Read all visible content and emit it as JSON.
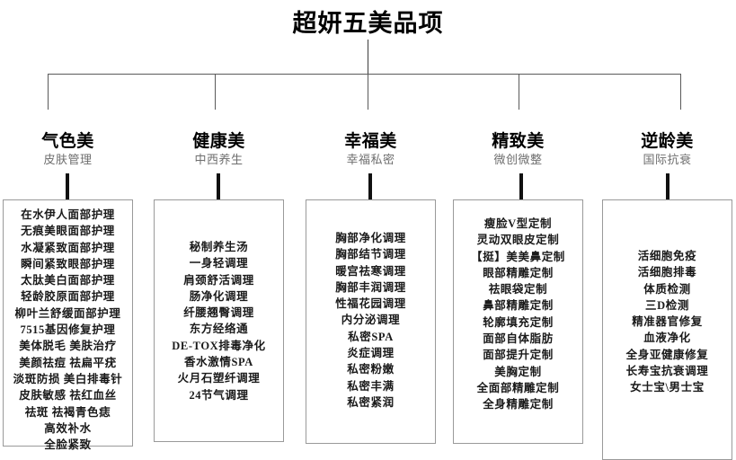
{
  "title": "超妍五美品项",
  "theme": {
    "background": "#ffffff",
    "text": "#1a1a1a",
    "subtitle": "#6e6e6e",
    "box_border": "#9a9a9a",
    "connector": "#5a5a5a",
    "stem": "#111111"
  },
  "columns": [
    {
      "title": "气色美",
      "subtitle": "皮肤管理",
      "items": [
        "在水伊人面部护理",
        "无痕美眼面部护理",
        "水凝紧致面部护理",
        "瞬间紧致眼部护理",
        "太肽美白面部护理",
        "轻龄胶原面部护理",
        "柳叶兰舒缓面部护理",
        "7515基因修复护理",
        "美体脱毛 美肤治疗",
        "美颜祛痘 祛扁平疣",
        "淡斑防损 美白排毒针",
        "皮肤敏感 祛红血丝",
        "祛斑  祛褐青色痣",
        "高效补水",
        "全脸紧致"
      ]
    },
    {
      "title": "健康美",
      "subtitle": "中西养生",
      "items": [
        "秘制养生汤",
        "一身轻调理",
        "肩颈舒活调理",
        "肠净化调理",
        "纤腰翘臀调理",
        "东方经络通",
        "DE-TOX排毒净化",
        "香水激情SPA",
        "火月石塑纤调理",
        "24节气调理"
      ]
    },
    {
      "title": "幸福美",
      "subtitle": "幸福私密",
      "items": [
        "胸部净化调理",
        "胸部结节调理",
        "暖宫祛寒调理",
        "胸部丰润调理",
        "性福花园调理",
        "内分泌调理",
        "私密SPA",
        "炎症调理",
        "私密粉嫩",
        "私密丰满",
        "私密紧润"
      ]
    },
    {
      "title": "精致美",
      "subtitle": "微创微整",
      "items": [
        "瘦脸V型定制",
        "灵动双眼皮定制",
        "【挺】美美鼻定制",
        "眼部精雕定制",
        "祛眼袋定制",
        "鼻部精雕定制",
        "轮廓填充定制",
        "面部自体脂肪",
        "面部提升定制",
        "美胸定制",
        "全面部精雕定制",
        "全身精雕定制"
      ]
    },
    {
      "title": "逆龄美",
      "subtitle": "国际抗衰",
      "items": [
        "活细胞免疫",
        "活细胞排毒",
        "体质检测",
        "三D检测",
        "精准器官修复",
        "血液净化",
        "全身亚健康修复",
        "长寿宝抗衰调理",
        "女士宝\\男士宝"
      ]
    }
  ]
}
